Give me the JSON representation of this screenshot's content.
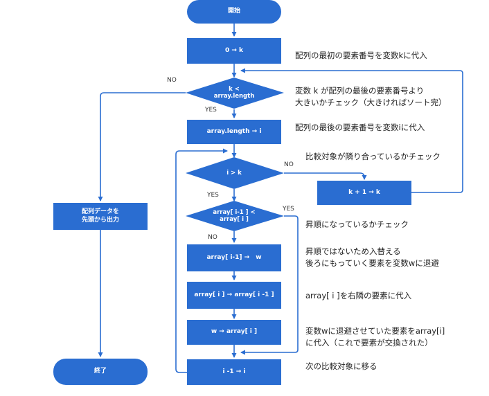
{
  "nodes": {
    "start": "開始",
    "init_k": "0 → k",
    "cond_k_line1": "k <",
    "cond_k_line2": "array.length",
    "init_i": "array.length → i",
    "cond_i": "i > k",
    "inc_k": "k + 1 → k",
    "cond_cmp_line1": "array[ i-1 ] <",
    "cond_cmp_line2": "array[ i ]",
    "swap1": "array[ i-1] →　w",
    "swap2": "array[ i ] → array[ i -1 ]",
    "swap3": "w → array[ i ]",
    "dec_i": "i -1 → i",
    "output_line1": "配列データを",
    "output_line2": "先頭から出力",
    "end": "終了"
  },
  "labels": {
    "no_k": "NO",
    "yes_k": "YES",
    "no_i": "NO",
    "yes_i": "YES",
    "yes_cmp": "YES",
    "no_cmp": "NO"
  },
  "notes": {
    "n1": "配列の最初の要素番号を変数kに代入",
    "n2_line1": "変数 k が配列の最後の要素番号より",
    "n2_line2": "大きいかチェック（大きければソート完）",
    "n3": "配列の最後の要素番号を変数iに代入",
    "n4": "比較対象が隣り合っているかチェック",
    "n5": "昇順になっているかチェック",
    "n6_line1": "昇順ではないため入替える",
    "n6_line2": "後ろにもっていく要素を変数wに退避",
    "n7": "array[ i ]を右隣の要素に代入",
    "n8_line1": "変数wに退避させていた要素をarray[i]",
    "n8_line2": "に代入（これで要素が交換された）",
    "n9": "次の比較対象に移る"
  },
  "colors": {
    "node": "#2a6dd1",
    "line": "#2a6dd1",
    "text_on_node": "#ffffff",
    "note_text": "#222222"
  }
}
